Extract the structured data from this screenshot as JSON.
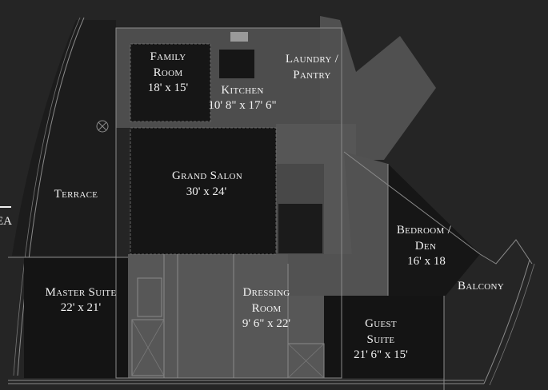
{
  "rooms": {
    "family_room": {
      "name_line1": "Family",
      "name_line2": "Room",
      "size": "18' x 15'"
    },
    "kitchen": {
      "name": "Kitchen",
      "size": "10' 8\" x 17' 6\""
    },
    "laundry": {
      "name_line1": "Laundry /",
      "name_line2": "Pantry"
    },
    "grand_salon": {
      "name": "Grand Salon",
      "size": "30' x 24'"
    },
    "terrace": {
      "name": "Terrace"
    },
    "bedroom_den": {
      "name_line1": "Bedroom /",
      "name_line2": "Den",
      "size": "16' x 18"
    },
    "balcony": {
      "name": "Balcony"
    },
    "master_suite": {
      "name": "Master Suite",
      "size": "22' x 21'"
    },
    "dressing_room": {
      "name_line1": "Dressing",
      "name_line2": "Room",
      "size": "9' 6\" x 22'"
    },
    "guest_suite": {
      "name_line1": "Guest",
      "name_line2": "Suite",
      "size": "21' 6\" x 15'"
    }
  },
  "edge_fragment": "EA",
  "colors": {
    "background": "#252525",
    "room_dark": "#141414",
    "service_grey": "#555555",
    "text": "#f2f2f2"
  }
}
